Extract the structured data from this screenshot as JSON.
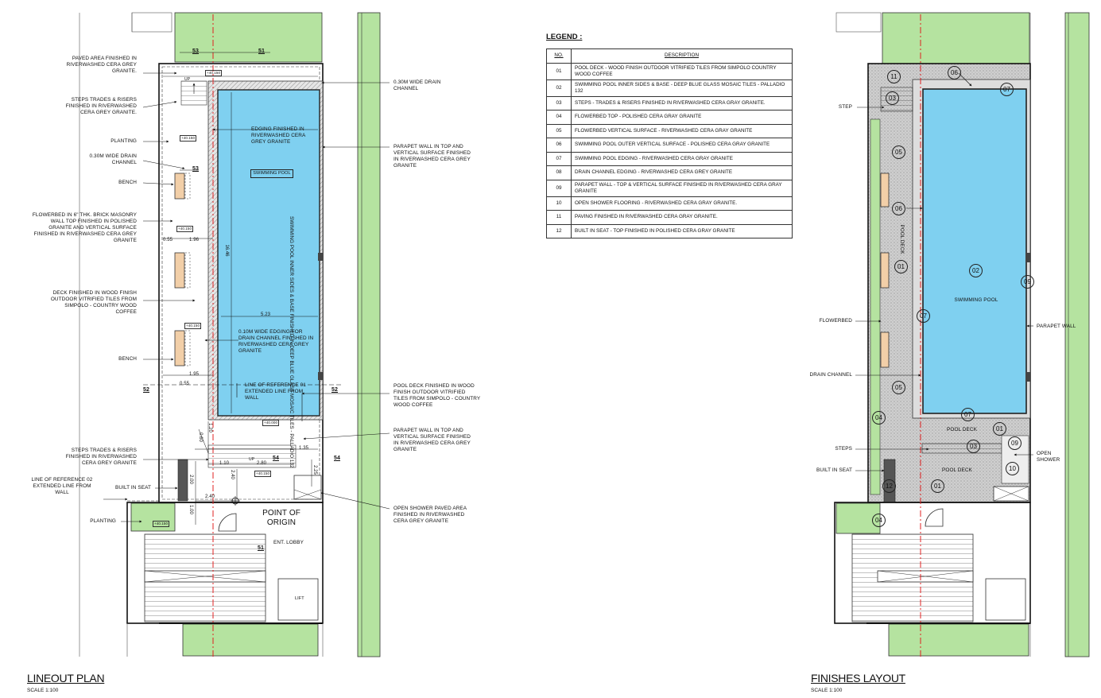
{
  "legend": {
    "title": "LEGEND :",
    "header_no": "NO.",
    "header_desc": "DESCRIPTION",
    "rows": [
      {
        "no": "01",
        "desc": "POOL DECK - WOOD FINISH OUTDOOR VITRIFIED TILES FROM SIMPOLO COUNTRY WOOD COFFEE"
      },
      {
        "no": "02",
        "desc": "SWIMMING POOL INNER SIDES & BASE - DEEP BLUE GLASS MOSAIC TILES - PALLADIO 132"
      },
      {
        "no": "03",
        "desc": "STEPS - TRADES & RISERS FINISHED IN RIVERWASHED CERA GRAY GRANITE."
      },
      {
        "no": "04",
        "desc": "FLOWERBED TOP - POLISHED CERA GRAY GRANITE"
      },
      {
        "no": "05",
        "desc": "FLOWERBED VERTICAL SURFACE - RIVERWASHED CERA GRAY GRANITE"
      },
      {
        "no": "06",
        "desc": "SWIMMING POOL OUTER VERTICAL SURFACE - POLISHED CERA GRAY GRANITE"
      },
      {
        "no": "07",
        "desc": "SWIMMING POOL EDGING - RIVERWASHED CERA GRAY GRANITE"
      },
      {
        "no": "08",
        "desc": "DRAIN CHANNEL EDGING - RIVERWASHED CERA GREY GRANITE"
      },
      {
        "no": "09",
        "desc": "PARAPET WALL - TOP & VERTICAL SURFACE FINISHED IN RIVERWASHED CERA GRAY GRANITE"
      },
      {
        "no": "10",
        "desc": "OPEN SHOWER FLOORING - RIVERWASHED CERA GRAY GRANITE."
      },
      {
        "no": "11",
        "desc": "PAVING FINISHED IN RIVERWASHED CERA GRAY GRANITE."
      },
      {
        "no": "12",
        "desc": "BUILT IN SEAT - TOP FINISHED IN POLISHED CERA GRAY GRANITE"
      }
    ]
  },
  "lineout": {
    "title": "LINEOUT PLAN",
    "scale": "SCALE 1:100",
    "labels": {
      "paved": "PAVED AREA FINISHED IN RIVERWASHED CERA GREY GRANITE.",
      "steps_top": "STEPS TRADES & RISERS FINISHED IN RIVERWASHED CERA GREY GRANITE.",
      "planting": "PLANTING",
      "drain": "0.30M WIDE DRAIN CHANNEL",
      "bench": "BENCH",
      "flowerbed": "FLOWERBED IN 6\" THK. BRICK MASONRY WALL TOP FINISHED IN POLISHED GRANITE AND VERTICAL SURFACE FINISHED IN RIVERWASHED CERA GREY GRANITE",
      "deck": "DECK FINISHED IN WOOD FINISH OUTDOOR VITRIFIED TILES FROM SIMPOLO - COUNTRY WOOD COFFEE",
      "bench2": "BENCH",
      "steps_bottom": "STEPS TRADES & RISERS FINISHED IN RIVERWASHED CERA GREY GRANITE",
      "ref02": "LINE OF REFERENCE 02 EXTENDED LINE FROM WALL",
      "built_in_seat": "BUILT IN SEAT",
      "planting2": "PLANTING",
      "drain_right": "0.30M WIDE DRAIN CHANNEL",
      "edging": "EDGING FINISHED IN RIVERWASHED CERA GREY GRANITE",
      "parapet1": "PARAPET WALL IN TOP AND VERTICAL SURFACE FINISHED IN RIVERWASHED CERA GREY GRANITE",
      "pool_tag": "SWIMMING POOL",
      "pool_desc": "SWIMMING POOL INNER SIDES & BASE FINISHED IN DEEP BLUE GLASS MOSAIC TILES - PALLADIO 132",
      "edging_drain": "0.10M WIDE EDGING FOR DRAIN CHANNEL FINISHED IN RIVERWASHED CERA GREY GRANITE",
      "ref01": "LINE OF REFERENCE 01 EXTENDED LINE FROM WALL",
      "pool_deck": "POOL DECK FINISHED IN WOOD FINISH OUTDOOR VITRIFIED TILES FROM SIMPOLO - COUNTRY WOOD COFFEE",
      "parapet2": "PARAPET WALL IN TOP AND VERTICAL SURFACE FINISHED IN RIVERWASHED CERA GREY GRANITE",
      "shower": "OPEN SHOWER PAVED AREA FINISHED IN RIVERWASHED CERA GREY GRANITE",
      "origin": "POINT OF ORIGIN",
      "lobby": "ENT. LOBBY",
      "lift": "LIFT",
      "up": "UP",
      "up2": "UP"
    },
    "dims": {
      "d1646": "16.46",
      "d523": "5.23",
      "d196": "1.96",
      "d055a": "0.55",
      "d195": "1.95",
      "d055b": "0.55",
      "d110": "1.10",
      "d280": "2.80",
      "d135": "1.35",
      "d060": "0.60",
      "d120": "1.20",
      "d240": "2.40",
      "d200": "2.00",
      "d100": "1.00",
      "d240b": "2.40",
      "d225": "2.25"
    },
    "sections": {
      "s53a": "53",
      "s51a": "51",
      "s53b": "53",
      "s52a": "52",
      "s52b": "52",
      "s54a": "54",
      "s54b": "54",
      "s51b": "51"
    },
    "levels": {
      "l1": "+40.150",
      "l2": "+40.150",
      "l3": "+40.150",
      "l4": "+40.150",
      "l5": "+40.000",
      "l6": "+40.150",
      "l7": "+40.150"
    }
  },
  "finishes": {
    "title": "FINISHES LAYOUT",
    "scale": "SCALE 1:100",
    "labels": {
      "step": "STEP",
      "flowerbed": "FLOWERBED",
      "drain": "DRAIN CHANNEL",
      "steps": "STEPS",
      "built_in_seat": "BUILT IN SEAT",
      "parapet": "PARAPET WALL",
      "open_shower": "OPEN SHOWER",
      "pool": "SWIMMING POOL",
      "pool_deck_v": "POOL DECK",
      "pool_deck1": "POOL DECK",
      "pool_deck2": "POOL DECK"
    },
    "tags": {
      "t11": "11",
      "t06a": "06",
      "t07a": "07",
      "t03a": "03",
      "t05a": "05",
      "t06b": "06",
      "t01a": "01",
      "t02": "02",
      "t09a": "09",
      "t07b": "07",
      "t05b": "05",
      "t04a": "04",
      "t07c": "07",
      "t01b": "01",
      "t09b": "09",
      "t03b": "03",
      "t10": "10",
      "t12": "12",
      "t01c": "01",
      "t04b": "04"
    }
  },
  "colors": {
    "pool": "#7fd0f0",
    "green": "#b5e3a0",
    "hatch": "#c9c9c9",
    "bench": "#f2cfa8",
    "ref_line": "#e02020"
  }
}
